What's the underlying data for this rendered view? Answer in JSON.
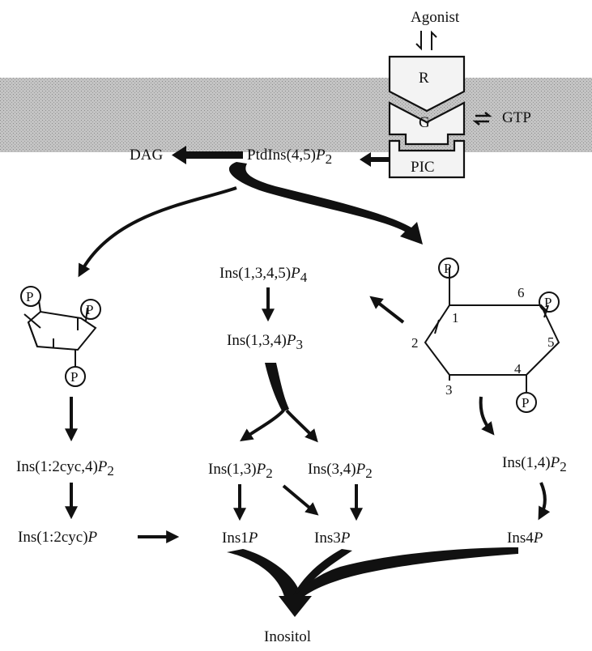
{
  "agonist": "Agonist",
  "receptor": "R",
  "gprotein": "G",
  "pic": "PIC",
  "gtp": "GTP",
  "dag": "DAG",
  "ptdins": {
    "main": "PtdIns(4,5)",
    "italic": "P",
    "sub": "2"
  },
  "phosphate": "P",
  "ring_numbers": [
    "1",
    "2",
    "3",
    "4",
    "5",
    "6"
  ],
  "ins1345p4": {
    "main": "Ins(1,3,4,5)",
    "italic": "P",
    "sub": "4"
  },
  "ins134p3": {
    "main": "Ins(1,3,4)",
    "italic": "P",
    "sub": "3"
  },
  "ins12cyc4p2": {
    "main": "Ins(1:2cyc,4)",
    "italic": "P",
    "sub": "2"
  },
  "ins12cycp": {
    "main": "Ins(1:2cyc)",
    "italic": "P"
  },
  "ins13p2": {
    "main": "Ins(1,3)",
    "italic": "P",
    "sub": "2"
  },
  "ins34p2": {
    "main": "Ins(3,4)",
    "italic": "P",
    "sub": "2"
  },
  "ins14p2": {
    "main": "Ins(1,4)",
    "italic": "P",
    "sub": "2"
  },
  "ins1p": {
    "main": "Ins1",
    "italic": "P"
  },
  "ins3p": {
    "main": "Ins3",
    "italic": "P"
  },
  "ins4p": {
    "main": "Ins4",
    "italic": "P"
  },
  "inositol": "Inositol",
  "colors": {
    "ink": "#111111",
    "membrane": "#b8b8b8",
    "background": "#ffffff"
  }
}
